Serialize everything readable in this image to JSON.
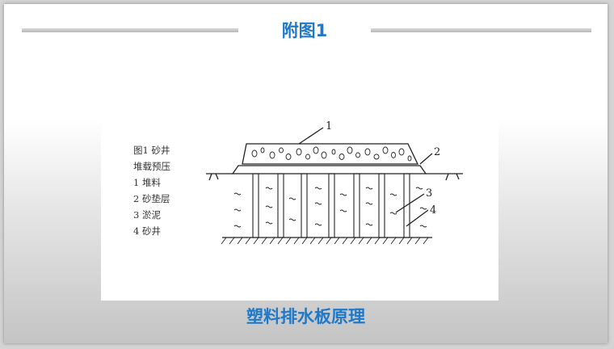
{
  "slide": {
    "title": "附图1",
    "caption": "塑料排水板原理"
  },
  "figure": {
    "legend": {
      "heading": "图1   砂井",
      "subheading": "堆载预压",
      "items": [
        {
          "num": "1",
          "label": "堆料"
        },
        {
          "num": "2",
          "label": "砂垫层"
        },
        {
          "num": "3",
          "label": "淤泥"
        },
        {
          "num": "4",
          "label": "砂井"
        }
      ]
    },
    "callouts": [
      "1",
      "2",
      "3",
      "4"
    ]
  },
  "colors": {
    "accent": "#1f78c8",
    "rule": "#bcbcbc"
  }
}
